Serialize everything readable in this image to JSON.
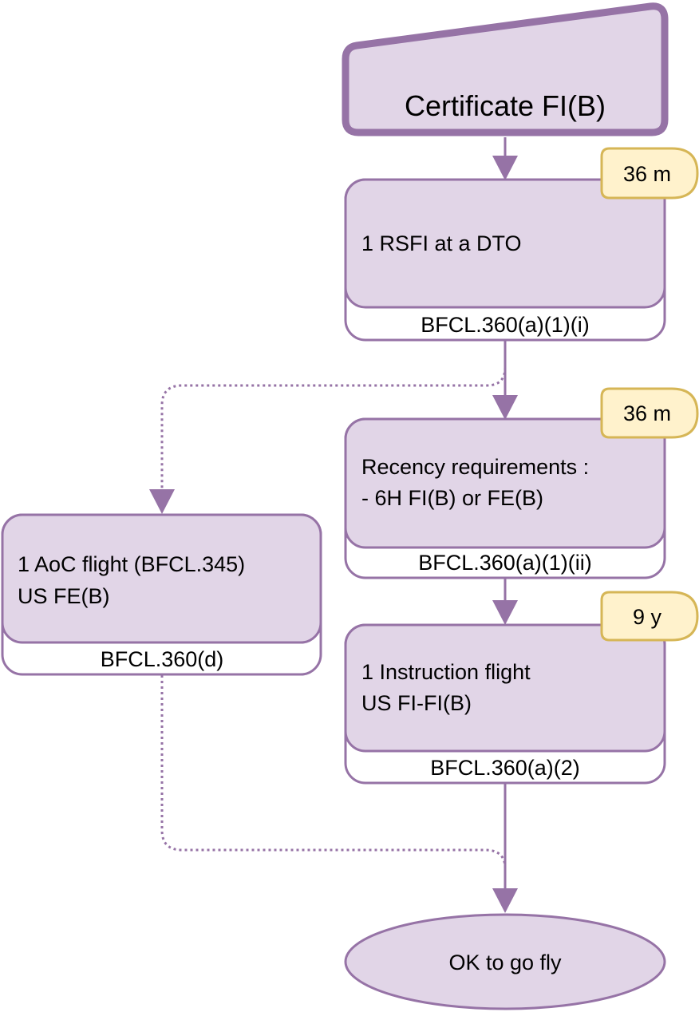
{
  "colors": {
    "node_fill": "#e1d5e7",
    "node_stroke": "#9673a6",
    "badge_fill": "#fff2cc",
    "badge_stroke": "#d6b656",
    "text": "#000000",
    "background": "#ffffff"
  },
  "start": {
    "label": "Certificate FI(B)"
  },
  "steps": {
    "rsfi": {
      "lines": [
        "1 RSFI at a DTO"
      ],
      "reference": "BFCL.360(a)(1)(i)",
      "badge": "36 m"
    },
    "recency": {
      "lines": [
        "Recency requirements :",
        "- 6H FI(B) or FE(B)"
      ],
      "reference": "BFCL.360(a)(1)(ii)",
      "badge": "36 m"
    },
    "instruction": {
      "lines": [
        "1 Instruction flight",
        "US FI-FI(B)"
      ],
      "reference": "BFCL.360(a)(2)",
      "badge": "9 y"
    },
    "aoc": {
      "lines": [
        "1 AoC flight (BFCL.345)",
        "US FE(B)"
      ],
      "reference": "BFCL.360(d)"
    }
  },
  "end": {
    "label": "OK to go fly"
  }
}
